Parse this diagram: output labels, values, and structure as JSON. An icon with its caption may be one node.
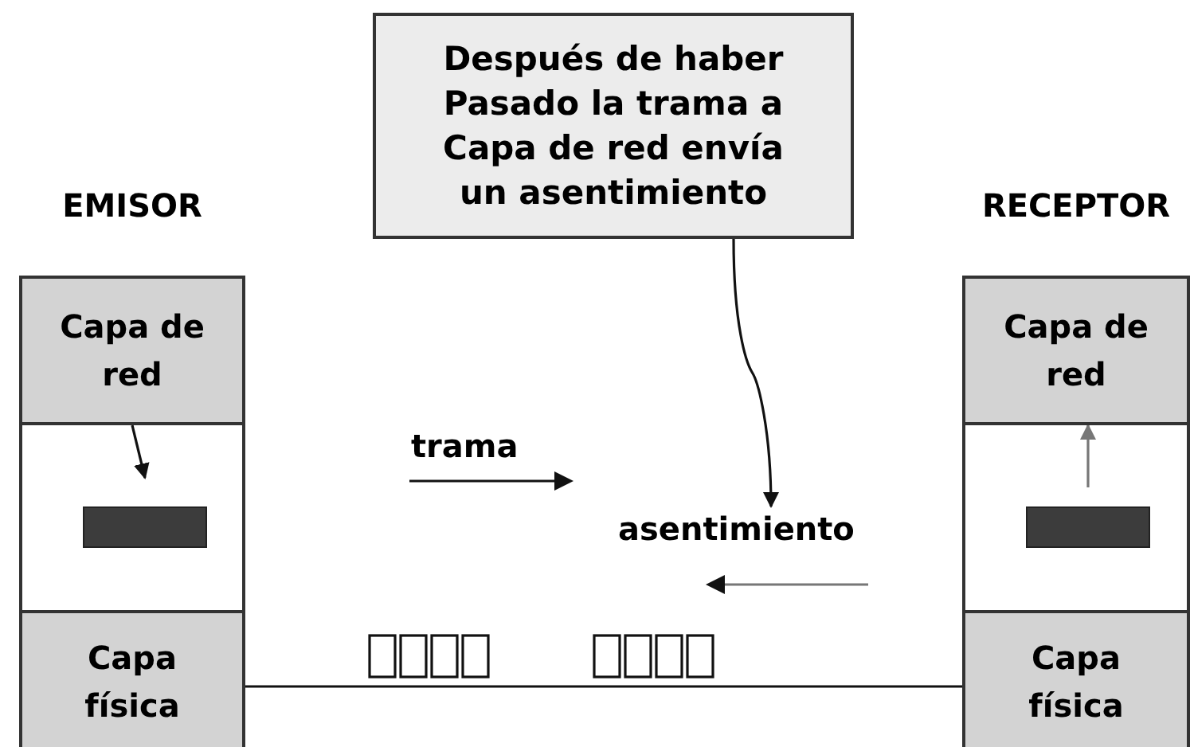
{
  "diagram": {
    "nodes": [
      {
        "text": [
          "Después de haber Pasado la trama a Capa de red envía un asentimiento"
        ]
      },
      {
        "text": [
          "EMISOR"
        ]
      },
      {
        "text": [
          "Capa de red"
        ],
        "in": 1
      },
      {
        "text": [],
        "shape": "bar",
        "in": 1
      },
      {
        "text": [
          "Capa física"
        ],
        "in": 1
      },
      {
        "text": [
          "RECEPTOR"
        ]
      },
      {
        "text": [
          "Capa de red"
        ],
        "in": 5
      },
      {
        "text": [],
        "shape": "bar",
        "in": 5
      },
      {
        "text": [
          "Capa física"
        ],
        "in": 5
      },
      {
        "text": [
          "asentimiento"
        ]
      }
    ],
    "edges": [
      {
        "from": 2,
        "to": 3,
        "arrow": "to"
      },
      {
        "from": 7,
        "to": 6,
        "arrow": "to",
        "color": "#777777"
      },
      {
        "from": 0,
        "to": 9,
        "arrow": "to"
      },
      {
        "from": 4,
        "to": 8,
        "arrow": "none"
      }
    ],
    "labels": [
      "trama"
    ]
  }
}
